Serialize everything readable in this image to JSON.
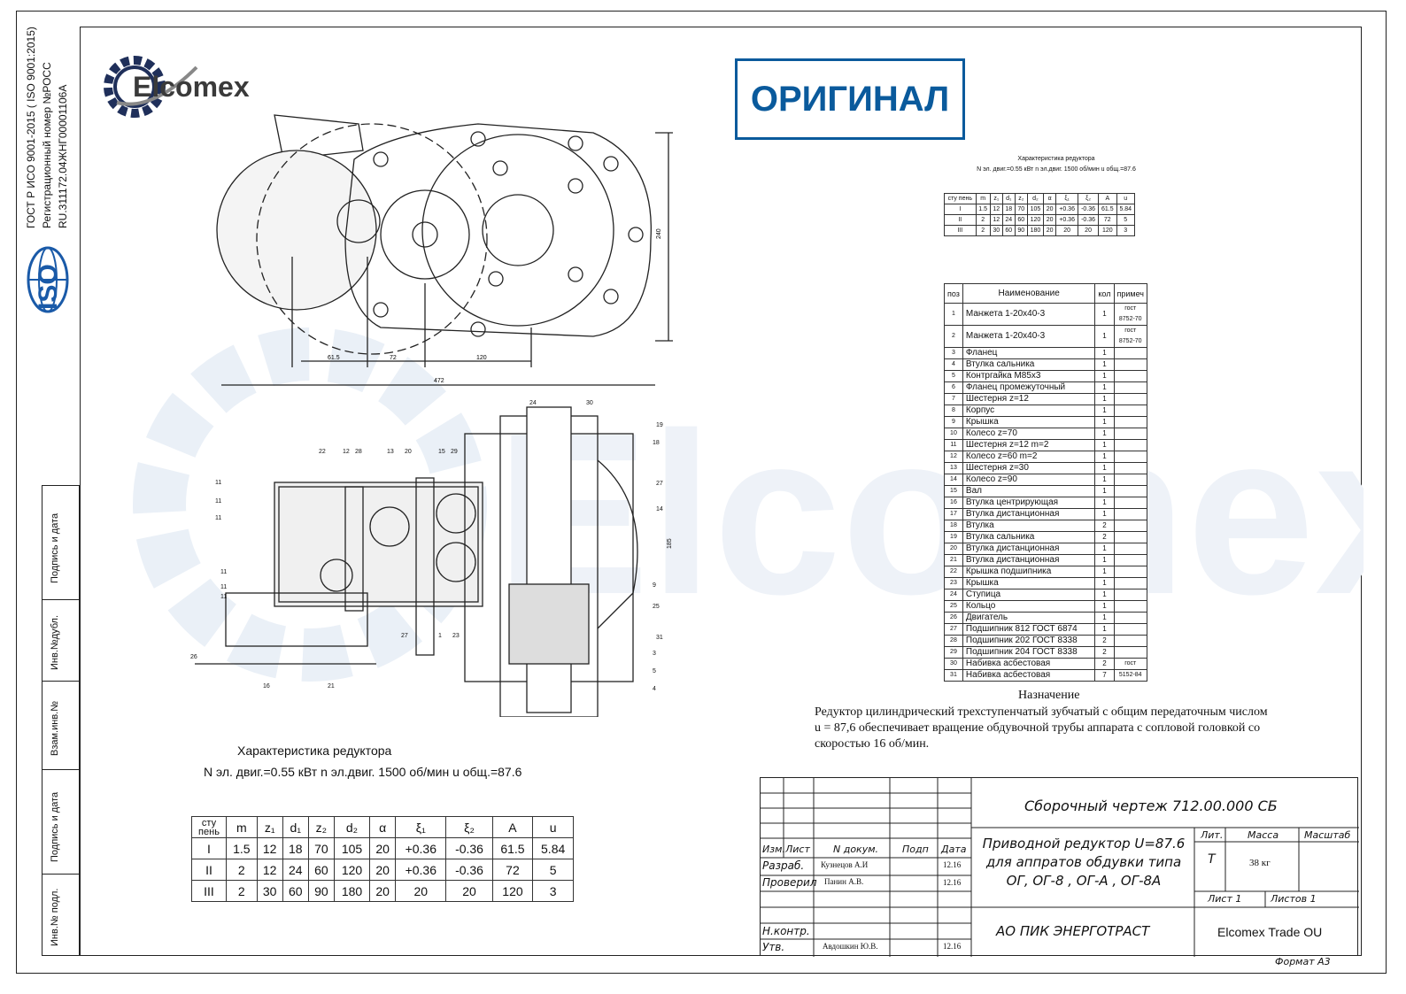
{
  "brand": {
    "logo_text": "Elcomex",
    "iso_text": "ISO",
    "cert_lines": [
      "ГОСТ Р ИСО 9001-2015 ( ISO 9001:2015)",
      "Регистрационный номер №РОСС",
      "RU.311172.04ЖНГ00001106А"
    ]
  },
  "stamp": "ОРИГИНАЛ",
  "left_column": [
    "Подпись и дата",
    "Инв.№дубл.",
    "Взам.инв.№",
    "Подпись и дата",
    "Инв.№ подл."
  ],
  "drawing_dims": {
    "h240": "240",
    "d615": "61.5",
    "d72": "72",
    "d120": "120",
    "d472": "472",
    "h185": "185"
  },
  "callouts_left": [
    "11",
    "11",
    "11",
    "11",
    "11",
    "11",
    "26",
    "16",
    "21",
    "22",
    "12",
    "28",
    "13",
    "20",
    "15",
    "29",
    "27",
    "1",
    "23"
  ],
  "callouts_right": [
    "24",
    "30",
    "19",
    "18",
    "27",
    "14",
    "9",
    "25",
    "31",
    "3",
    "5",
    "4"
  ],
  "small_char": {
    "title": "Характеристика редуктора",
    "subtitle": "N эл. двиг.=0.55 кВт  n эл.двиг. 1500 об/мин u общ.=87.6",
    "headers": [
      "сту пень",
      "m",
      "z₁",
      "d₁",
      "z₂",
      "d₂",
      "α",
      "ξ₁",
      "ξ₂",
      "A",
      "u"
    ],
    "rows": [
      [
        "I",
        "1.5",
        "12",
        "18",
        "70",
        "105",
        "20",
        "+0.36",
        "-0.36",
        "61.5",
        "5.84"
      ],
      [
        "II",
        "2",
        "12",
        "24",
        "60",
        "120",
        "20",
        "+0.36",
        "-0.36",
        "72",
        "5"
      ],
      [
        "III",
        "2",
        "30",
        "60",
        "90",
        "180",
        "20",
        "20",
        "20",
        "120",
        "3"
      ]
    ]
  },
  "parts": {
    "headers": [
      "поз",
      "Наименование",
      "кол",
      "примеч"
    ],
    "rows": [
      [
        "1",
        "Манжета  1-20х40-3",
        "1",
        "гост 8752-70"
      ],
      [
        "2",
        "Манжета  1-20х40-3",
        "1",
        "гост 8752-70"
      ],
      [
        "3",
        "Фланец",
        "1",
        ""
      ],
      [
        "4",
        "Втулка сальника",
        "1",
        ""
      ],
      [
        "5",
        "Контргайка М85х3",
        "1",
        ""
      ],
      [
        "6",
        "Фланец промежуточный",
        "1",
        ""
      ],
      [
        "7",
        "Шестерня z=12",
        "1",
        ""
      ],
      [
        "8",
        "Корпус",
        "1",
        ""
      ],
      [
        "9",
        "Крышка",
        "1",
        ""
      ],
      [
        "10",
        "Колесо z=70",
        "1",
        ""
      ],
      [
        "11",
        "Шестерня z=12 m=2",
        "1",
        ""
      ],
      [
        "12",
        "Колесо z=60     m=2",
        "1",
        ""
      ],
      [
        "13",
        "Шестерня z=30",
        "1",
        ""
      ],
      [
        "14",
        "Колесо z=90",
        "1",
        ""
      ],
      [
        "15",
        "Вал",
        "1",
        ""
      ],
      [
        "16",
        "Втулка центрирующая",
        "1",
        ""
      ],
      [
        "17",
        "Втулка дистанционная",
        "1",
        ""
      ],
      [
        "18",
        "Втулка",
        "2",
        ""
      ],
      [
        "19",
        "Втулка сальника",
        "2",
        ""
      ],
      [
        "20",
        "Втулка дистанционная",
        "1",
        ""
      ],
      [
        "21",
        "Втулка дистанционная",
        "1",
        ""
      ],
      [
        "22",
        "Крышка подшипника",
        "1",
        ""
      ],
      [
        "23",
        "Крышка",
        "1",
        ""
      ],
      [
        "24",
        "Ступица",
        "1",
        ""
      ],
      [
        "25",
        "Кольцо",
        "1",
        ""
      ],
      [
        "26",
        "Двигатель",
        "1",
        ""
      ],
      [
        "27",
        "Подшипник 812 ГОСТ 6874",
        "1",
        ""
      ],
      [
        "28",
        "Подшипник 202 ГОСТ 8338",
        "2",
        ""
      ],
      [
        "29",
        "Подшипник 204 ГОСТ 8338",
        "2",
        ""
      ],
      [
        "30",
        "Набивка асбестовая",
        "2",
        "гост"
      ],
      [
        "31",
        "Набивка асбестовая",
        "7",
        "5152-84"
      ]
    ]
  },
  "purpose": {
    "title": "Назначение",
    "lines": [
      "Редуктор цилиндрический  трехступенчатый  зубчатый с общим передаточным числом",
      "u = 87,6  обеспечивает вращение обдувочной  трубы аппарата с сопловой головкой со",
      "скоростью 16 об/мин."
    ]
  },
  "big_char": {
    "title": "Характеристика редуктора",
    "subtitle": "N эл. двиг.=0.55 кВт  n эл.двиг. 1500 об/мин u общ.=87.6",
    "headers": [
      "сту пень",
      "m",
      "z₁",
      "d₁",
      "z₂",
      "d₂",
      "α",
      "ξ₁",
      "ξ₂",
      "A",
      "u"
    ],
    "rows": [
      [
        "I",
        "1.5",
        "12",
        "18",
        "70",
        "105",
        "20",
        "+0.36",
        "-0.36",
        "61.5",
        "5.84"
      ],
      [
        "II",
        "2",
        "12",
        "24",
        "60",
        "120",
        "20",
        "+0.36",
        "-0.36",
        "72",
        "5"
      ],
      [
        "III",
        "2",
        "30",
        "60",
        "90",
        "180",
        "20",
        "20",
        "20",
        "120",
        "3"
      ]
    ]
  },
  "title_block": {
    "drawing_no": "Сборочный чертеж  712.00.000 СБ",
    "name_lines": [
      "Приводной редуктор U=87.6",
      "для аппратов обдувки типа",
      "ОГ, ОГ-8 , ОГ-А , ОГ-8А"
    ],
    "col_labels": [
      "Изм.",
      "Лист",
      "N докум.",
      "Подп",
      "Дата"
    ],
    "rows": [
      {
        "role": "Разраб.",
        "name": "Кузнецов А.И",
        "date": "12.16"
      },
      {
        "role": "Проверил",
        "name": "Панин А.В.",
        "date": "12.16"
      },
      {
        "role": "Н.контр.",
        "name": "",
        "date": ""
      },
      {
        "role": "Утв.",
        "name": "Авдошкин Ю.В.",
        "date": "12.16"
      }
    ],
    "lit_label": "Лит.",
    "mass_label": "Масса",
    "scale_label": "Масштаб",
    "lit_value": "Т",
    "mass_value": "38 кг",
    "sheet": "Лист 1",
    "sheets": "Листов 1",
    "org": "АО ПИК ЭНЕРГОТРАСТ",
    "company": "Elcomex Trade OU",
    "format": "Формат  А3"
  }
}
